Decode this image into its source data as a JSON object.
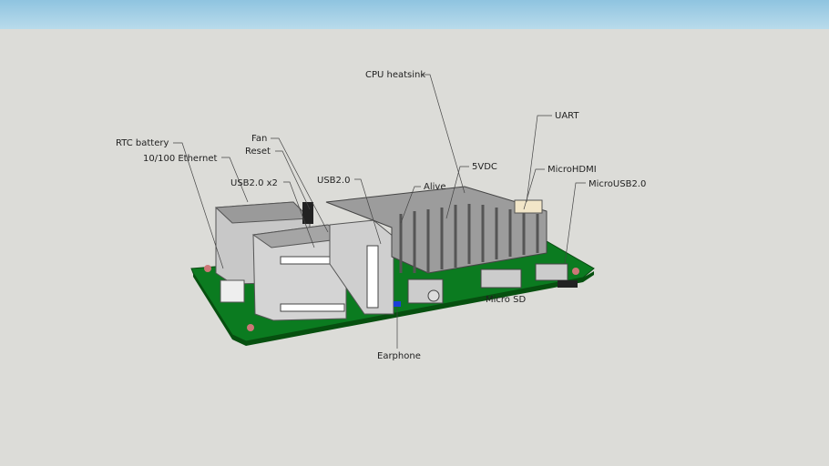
{
  "model": {
    "labels": {
      "cpu_heatsink": "CPU heatsink",
      "uart": "UART",
      "rtc_battery": "RTC battery",
      "ethernet": "10/100 Ethernet",
      "fan": "Fan",
      "reset": "Reset",
      "usb_x2": "USB2.0 x2",
      "usb": "USB2.0",
      "vdc": "5VDC",
      "alive": "Alive",
      "microhdmi": "MicroHDMI",
      "microusb": "MicroUSB2.0",
      "microsd": "Micro SD",
      "earphone": "Earphone"
    },
    "colors": {
      "sky": "#a6d0e6",
      "ground": "#dcdcd8",
      "pcb": "#0a7a1e",
      "metal": "#b8b8b8"
    }
  }
}
